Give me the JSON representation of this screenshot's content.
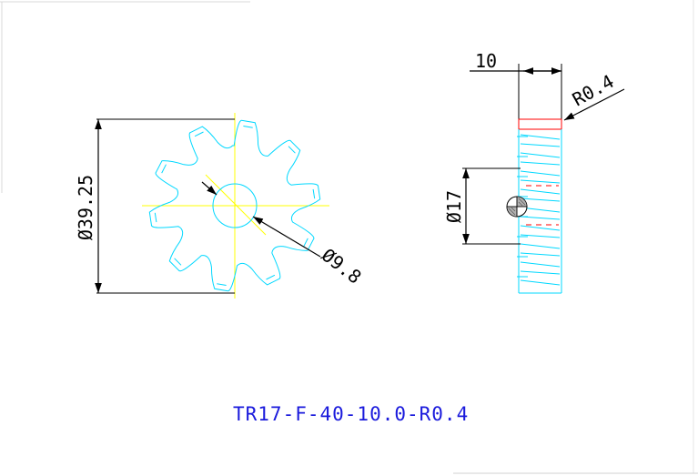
{
  "drawing": {
    "part_number": "TR17-F-40-10.0-R0.4",
    "dimensions": {
      "outer_diameter": "Ø39.25",
      "bore_diameter": "Ø9.8",
      "pitch_diameter": "Ø17",
      "face_width": "10",
      "edge_radius": "R0.4"
    }
  },
  "colors": {
    "gear_outline": "#00d8ff",
    "center_lines": "#ffff00",
    "dimension_lines": "#000000",
    "hidden_lines": "#ff0000",
    "part_number": "#1a1adc"
  },
  "gear": {
    "teeth": 10
  }
}
